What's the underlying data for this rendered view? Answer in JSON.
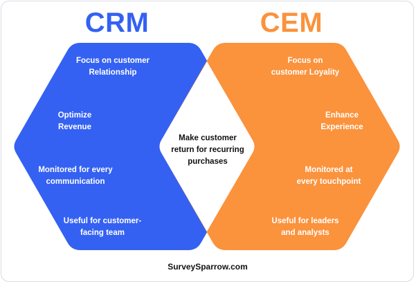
{
  "colors": {
    "crm": "#3461f2",
    "cem": "#fb923c",
    "overlap": "#ffffff",
    "frame_border": "#d7dbe3"
  },
  "crm": {
    "title": "CRM",
    "items": [
      {
        "line1": "Focus on customer",
        "line2": "Relationship"
      },
      {
        "line1": "Optimize",
        "line2": "Revenue"
      },
      {
        "line1": "Monitored for every",
        "line2": "communication"
      },
      {
        "line1": "Useful for customer-",
        "line2": "facing team"
      }
    ]
  },
  "cem": {
    "title": "CEM",
    "items": [
      {
        "line1": "Focus on",
        "line2": "customer Loyality"
      },
      {
        "line1": "Enhance",
        "line2": "Experience"
      },
      {
        "line1": "Monitored at",
        "line2": "every touchpoint"
      },
      {
        "line1": "Useful for leaders",
        "line2": "and analysts"
      }
    ]
  },
  "overlap": {
    "line1": "Make customer",
    "line2": "return for recurring",
    "line3": "purchases"
  },
  "footer": {
    "text": "SurveySparrow.com"
  }
}
